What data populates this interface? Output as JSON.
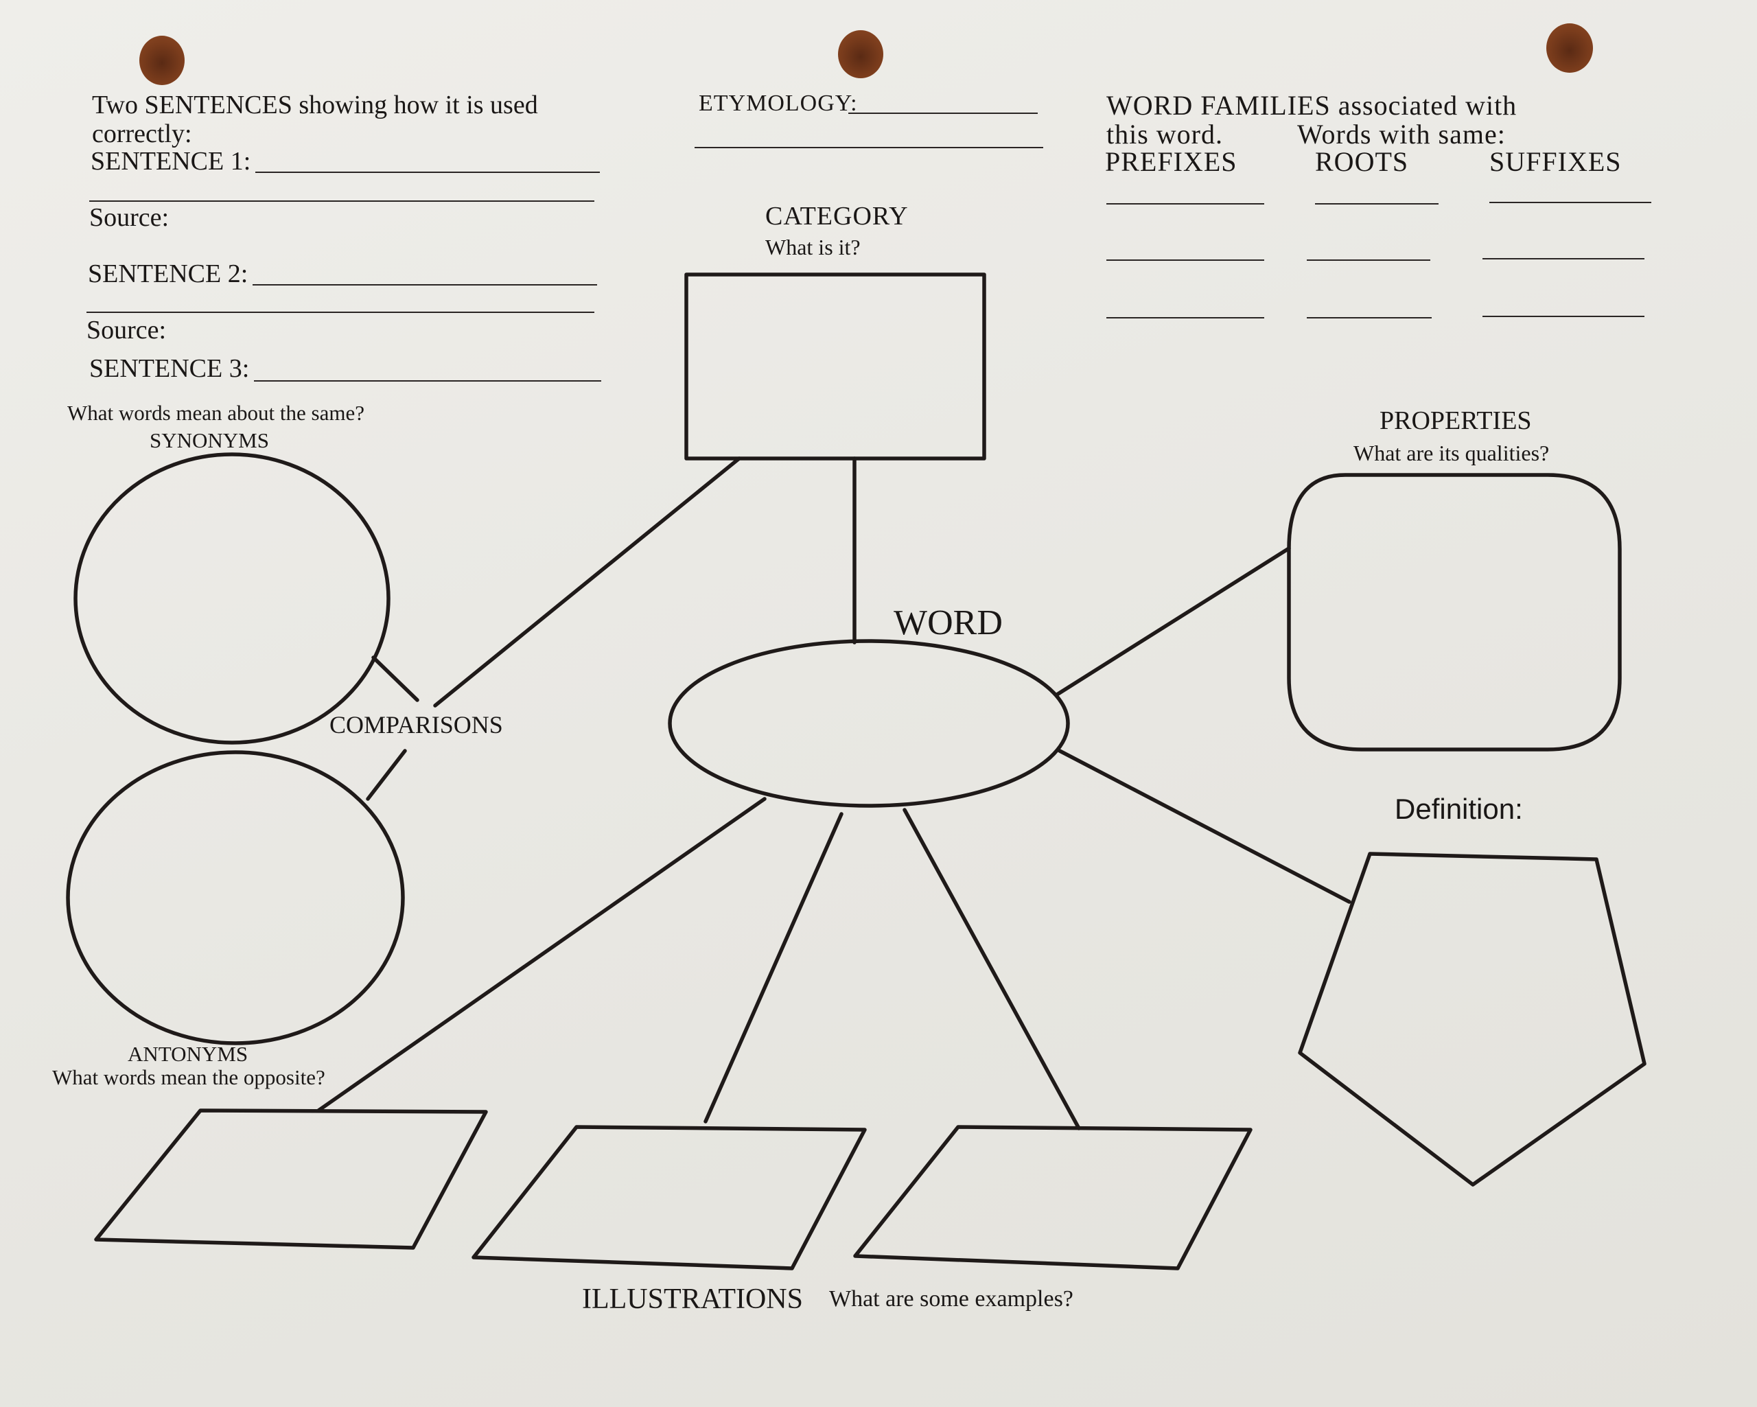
{
  "sentences": {
    "heading_line1": "Two SENTENCES showing how it is used",
    "heading_line2": "correctly:",
    "sentence1_label": "SENTENCE 1:",
    "source1_label": "Source:",
    "sentence2_label": "SENTENCE 2:",
    "source2_label": "Source:",
    "sentence3_label": "SENTENCE 3:"
  },
  "etymology": {
    "label": "ETYMOLOGY:"
  },
  "word_families": {
    "line1": "WORD FAMILIES associated with",
    "line2a": "this word.",
    "line2b": "Words with same:",
    "col_prefixes": "PREFIXES",
    "col_roots": "ROOTS",
    "col_suffixes": "SUFFIXES"
  },
  "category": {
    "title": "CATEGORY",
    "question": "What is it?"
  },
  "synonyms": {
    "question": "What words mean about the same?",
    "title": "SYNONYMS"
  },
  "comparisons": {
    "title": "COMPARISONS"
  },
  "antonyms": {
    "title": "ANTONYMS",
    "question": "What words mean the opposite?"
  },
  "word": {
    "title": "WORD"
  },
  "properties": {
    "title": "PROPERTIES",
    "question": "What are its qualities?"
  },
  "definition": {
    "title": "Definition:"
  },
  "illustrations": {
    "title": "ILLUSTRATIONS",
    "question": "What are some examples?"
  },
  "colors": {
    "ink": "#1a1716",
    "paper": "#ecebe6",
    "hole": "#7a3c1c"
  }
}
